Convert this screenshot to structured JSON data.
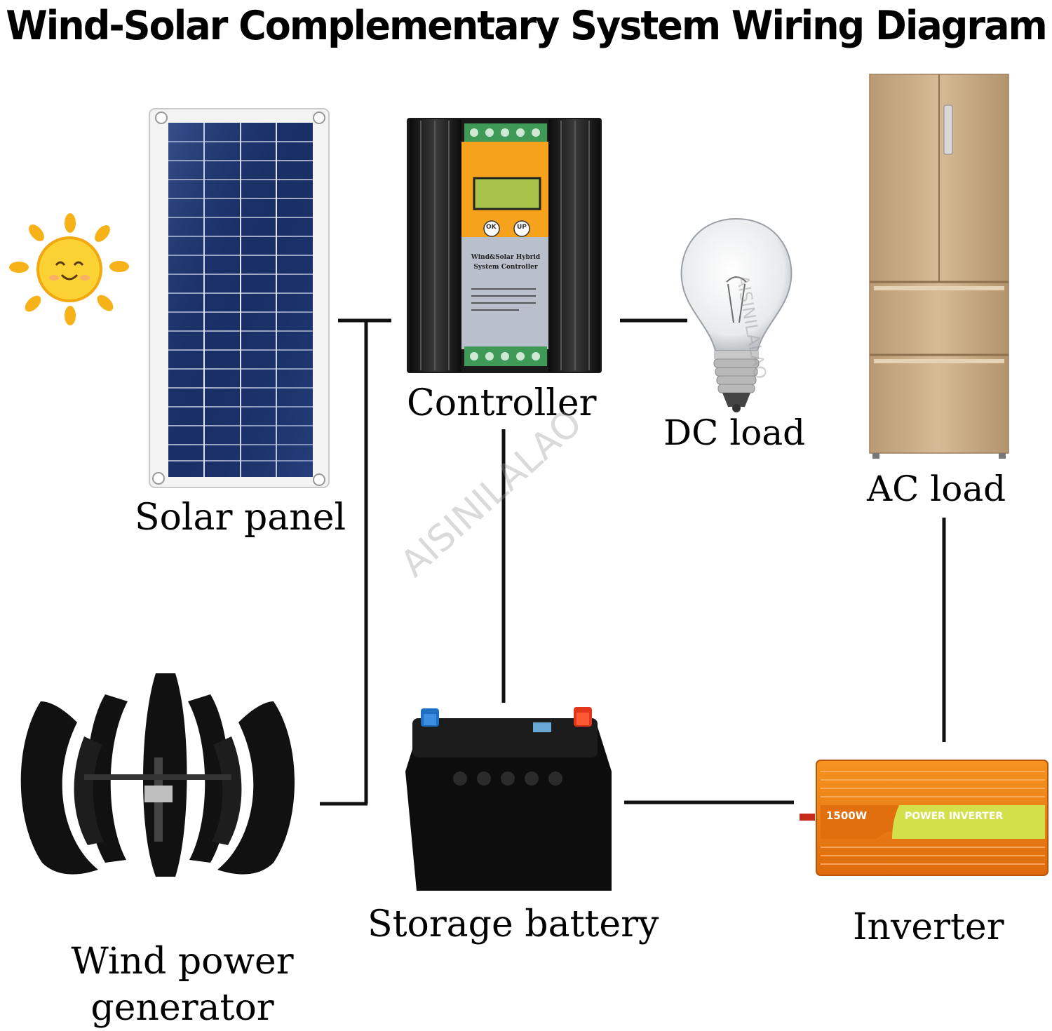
{
  "title": "Wind-Solar Complementary System Wiring Diagram",
  "components": {
    "solar_panel": "Solar panel",
    "controller": "Controller",
    "dc_load": "DC load",
    "ac_load": "AC load",
    "storage_battery": "Storage battery",
    "inverter": "Inverter",
    "wind_generator": "Wind power generator"
  },
  "controller_screen": {
    "ok": "OK",
    "up": "UP",
    "name": "Wind&Solar Hybrid System Controller"
  },
  "inverter_face": {
    "rating": "1500W",
    "name": "POWER INVERTER"
  },
  "watermark": "AISINILALAO",
  "colors": {
    "panel_cell": "#1f3a7a",
    "controller_orange": "#f6a21c",
    "inverter_orange": "#f07a12",
    "fridge_gold": "#c9ab86",
    "sun": "#f7b21a"
  }
}
